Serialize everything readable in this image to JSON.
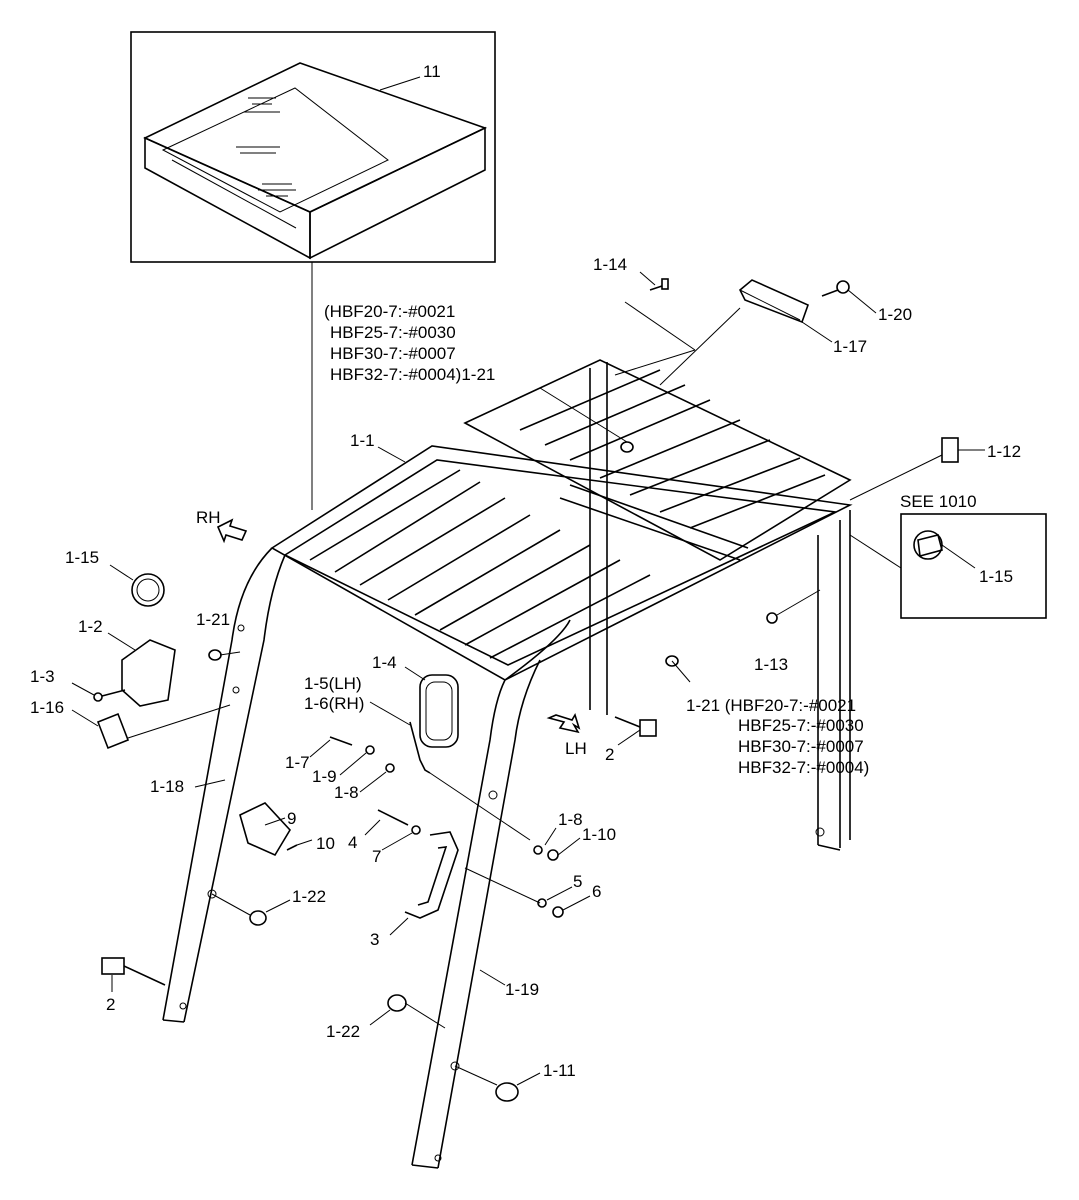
{
  "inset_box": {
    "label": "11"
  },
  "model_note_top": {
    "lines": [
      "(HBF20-7:-#0021",
      "HBF25-7:-#0030",
      "HBF30-7:-#0007",
      "HBF32-7:-#0004)1-21"
    ]
  },
  "model_note_right": {
    "lines": [
      "1-21 (HBF20-7:-#0021",
      "HBF25-7:-#0030",
      "HBF30-7:-#0007",
      "HBF32-7:-#0004)"
    ]
  },
  "see_box": {
    "title": "SEE 1010",
    "label": "1-15"
  },
  "direction": {
    "rh": "RH",
    "lh": "LH"
  },
  "labels": {
    "p1_1": "1-1",
    "p1_2": "1-2",
    "p1_3": "1-3",
    "p1_4": "1-4",
    "p1_5": "1-5(LH)",
    "p1_6": "1-6(RH)",
    "p1_7": "1-7",
    "p1_8a": "1-8",
    "p1_8b": "1-8",
    "p1_9": "1-9",
    "p1_10": "1-10",
    "p1_11": "1-11",
    "p1_12": "1-12",
    "p1_13": "1-13",
    "p1_14": "1-14",
    "p1_15": "1-15",
    "p1_16": "1-16",
    "p1_17": "1-17",
    "p1_18": "1-18",
    "p1_19": "1-19",
    "p1_20": "1-20",
    "p1_21": "1-21",
    "p1_22a": "1-22",
    "p1_22b": "1-22",
    "p2a": "2",
    "p2b": "2",
    "p3": "3",
    "p4": "4",
    "p5": "5",
    "p6": "6",
    "p7": "7",
    "p9": "9",
    "p10": "10"
  }
}
